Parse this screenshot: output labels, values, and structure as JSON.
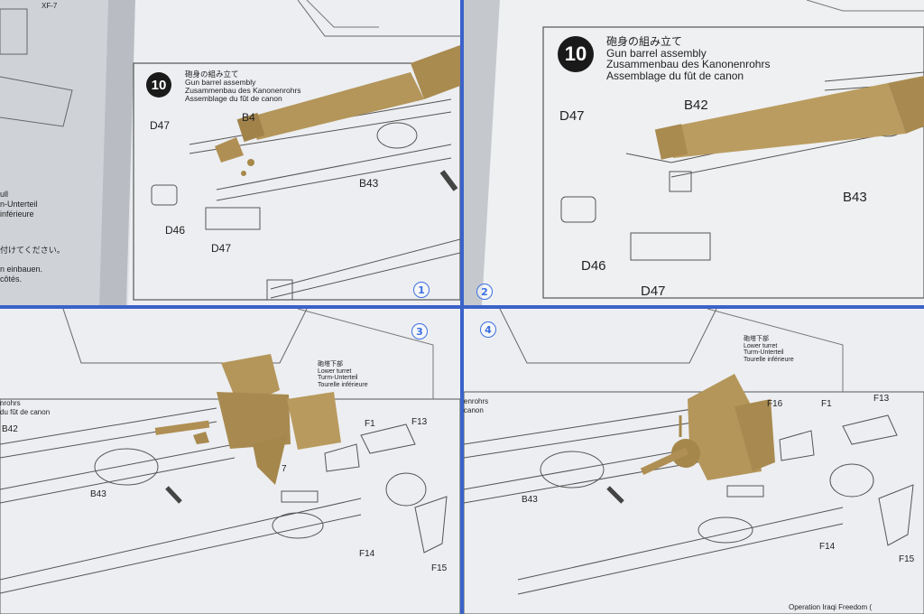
{
  "photo_numbers": [
    "1",
    "2",
    "3",
    "4"
  ],
  "panel1": {
    "step": "10",
    "title_jp": "砲身の組み立て",
    "title_en": "Gun barrel assembly",
    "title_de": "Zusammenbau des Kanonenrohrs",
    "title_fr": "Assemblage du fût de canon",
    "top_label": "XF-7",
    "parts": {
      "b42": "B4",
      "d47": "D47",
      "b43": "B43",
      "d46": "D46",
      "d47b": "D47"
    },
    "side_text": [
      "ull",
      "n-Unterteil",
      "inférieure",
      "付けてください。",
      "n einbauen.",
      "côtés."
    ]
  },
  "panel2": {
    "step": "10",
    "title_jp": "砲身の組み立て",
    "title_en": "Gun barrel assembly",
    "title_de": "Zusammenbau des Kanonenrohrs",
    "title_fr": "Assemblage du fût de canon",
    "parts": {
      "d47": "D47",
      "b42": "B42",
      "b43": "B43",
      "d46": "D46",
      "d47b": "D47"
    }
  },
  "panel3": {
    "turret_jp": "砲塔下部",
    "turret_en": "Lower turret",
    "turret_de": "Turm-Unterteil",
    "turret_fr": "Tourelle inférieure",
    "left_text": [
      "nrohrs",
      "du fût de canon"
    ],
    "parts": {
      "b42": "B42",
      "b43": "B43",
      "f1": "F1",
      "f13": "F13",
      "f14": "F14",
      "f15": "F15",
      "f7": "7"
    }
  },
  "panel4": {
    "turret_jp": "砲塔下部",
    "turret_en": "Lower turret",
    "turret_de": "Turm-Unterteil",
    "turret_fr": "Tourelle inférieure",
    "left_text": [
      "enrohrs",
      "canon"
    ],
    "bottom_text": "Operation Iraqi Freedom (",
    "parts": {
      "b43": "B43",
      "f16": "F16",
      "f1": "F1",
      "f13": "F13",
      "f14": "F14",
      "f15": "F15"
    }
  }
}
